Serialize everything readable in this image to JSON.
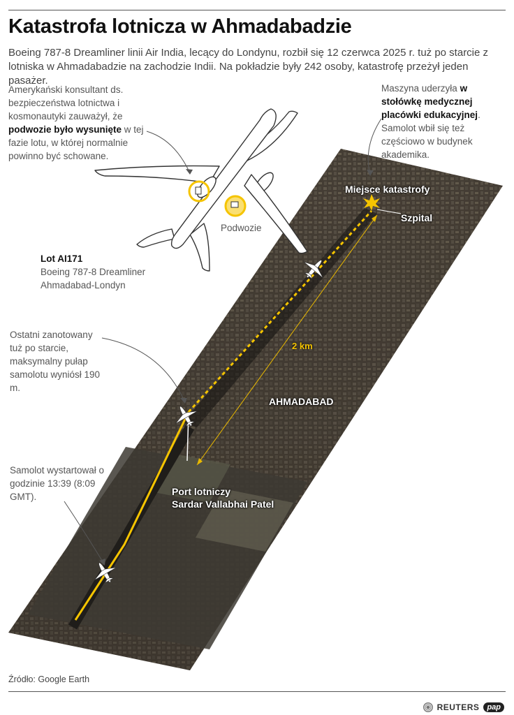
{
  "title": "Katastrofa lotnicza w Ahmadabadzie",
  "lead": "Boeing 787-8 Dreamliner linii Air India, lecący do Londynu, rozbił się 12 czerwca 2025 r. tuż po starcie z lotniska w Ahmadabadzie na zachodzie Indii. Na pokładzie były 242 osoby, katastrofę przeżył jeden pasażer.",
  "note_gear": {
    "before": "Amerykański konsultant ds. bezpieczeństwa lotnictwa i kosmonautyki zauważył, że",
    "bold": "podwozie było wysunięte",
    "after": "w tej fazie lotu, w której normalnie powinno być schowane."
  },
  "note_crash": {
    "before": "Maszyna uderzyła",
    "bold": "w stołówkę medycznej placówki edukacyjnej",
    "after": ". Samolot wbił się też częściowo w budynek akademika."
  },
  "gear_label": "Podwozie",
  "flight": {
    "id": "Lot AI171",
    "aircraft": "Boeing 787-8 Dreamliner",
    "route": "Ahmadabad-Londyn"
  },
  "note_altitude": "Ostatni zanotowany tuż po starcie, maksymalny pułap samolotu wyniósł 190 m.",
  "note_takeoff": "Samolot wystartował o godzinie 13:39 (8:09 GMT).",
  "map": {
    "crash_site": "Miejsce katastrofy",
    "hospital": "Szpital",
    "distance": "2 km",
    "city": "AHMADABAD",
    "airport_line1": "Port lotniczy",
    "airport_line2": "Sardar Vallabhai Patel"
  },
  "source": "Źródło: Google Earth",
  "logos": {
    "reuters": "REUTERS",
    "pap": "pap"
  },
  "colors": {
    "flight_path": "#f5c400",
    "accent": "#f2b800",
    "map_dark": "#3b342c"
  }
}
